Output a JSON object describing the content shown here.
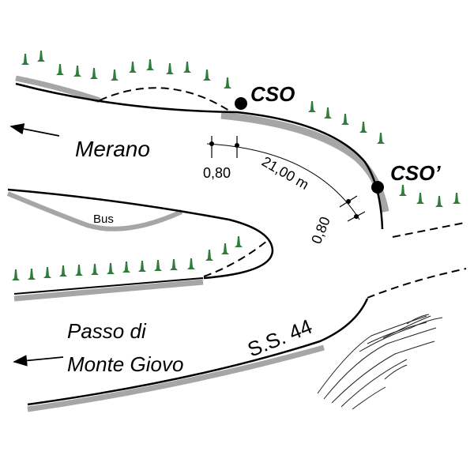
{
  "labels": {
    "merano": "Merano",
    "passo_line1": "Passo di",
    "passo_line2": "Monte Giovo",
    "road": "S.S. 44",
    "bus": "Bus",
    "cso": "CSO",
    "cso_prime": "CSO’",
    "dim_left": "0,80",
    "dim_main": "21,00 m",
    "dim_right": "0,80"
  },
  "colors": {
    "tree": "#2e7d3a",
    "curb": "#a6a6a6",
    "line": "#000000"
  }
}
